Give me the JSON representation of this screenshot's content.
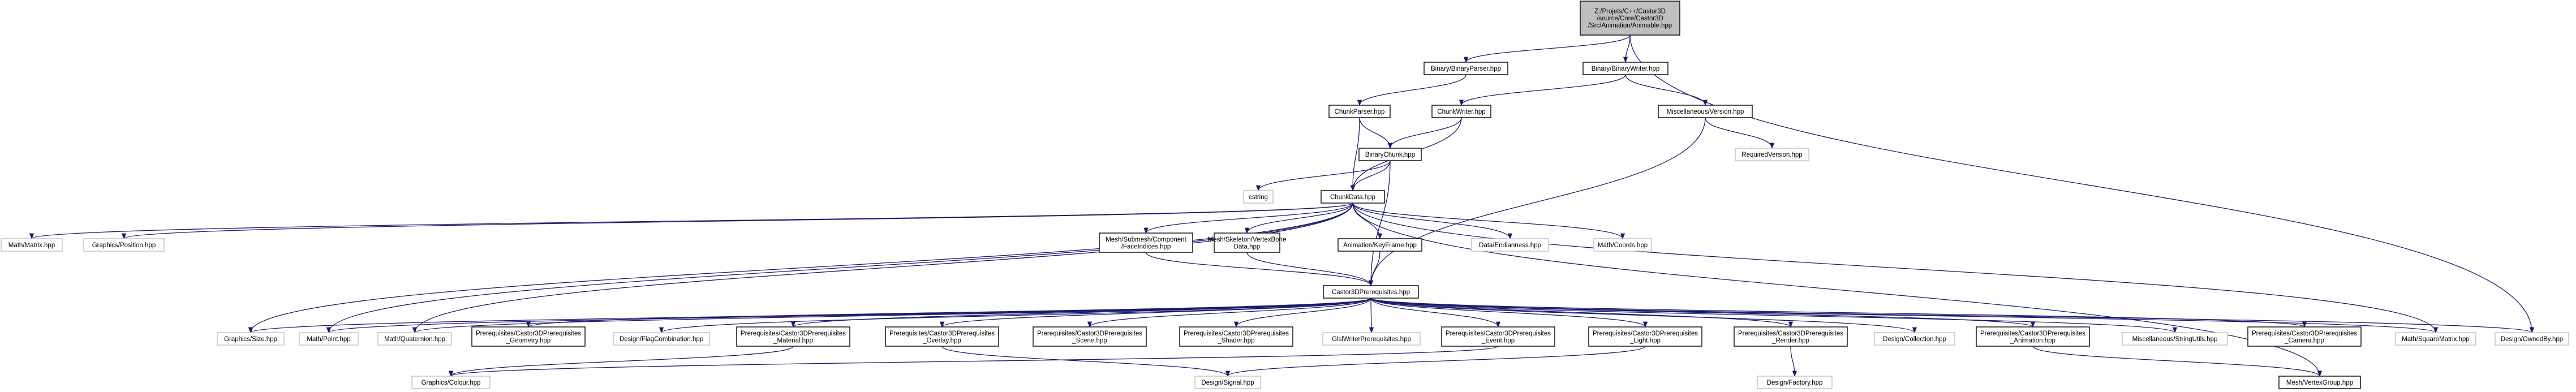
{
  "nodes": [
    {
      "id": "root",
      "lines": [
        "Z:/Projets/C++/Castor3D",
        "/source/Core/Castor3D",
        "/Src/Animation/Animable.hpp"
      ],
      "kind": "root"
    },
    {
      "id": "bparser",
      "lines": [
        "Binary/BinaryParser.hpp"
      ],
      "kind": "doc"
    },
    {
      "id": "bwriter",
      "lines": [
        "Binary/BinaryWriter.hpp"
      ],
      "kind": "doc"
    },
    {
      "id": "cparser",
      "lines": [
        "ChunkParser.hpp"
      ],
      "kind": "doc"
    },
    {
      "id": "cwriter",
      "lines": [
        "ChunkWriter.hpp"
      ],
      "kind": "doc"
    },
    {
      "id": "version",
      "lines": [
        "Miscellaneous/Version.hpp"
      ],
      "kind": "doc"
    },
    {
      "id": "bchunk",
      "lines": [
        "BinaryChunk.hpp"
      ],
      "kind": "doc"
    },
    {
      "id": "reqver",
      "lines": [
        "RequiredVersion.hpp"
      ],
      "kind": "ext"
    },
    {
      "id": "cstring",
      "lines": [
        "cstring"
      ],
      "kind": "ext"
    },
    {
      "id": "cdata",
      "lines": [
        "ChunkData.hpp"
      ],
      "kind": "doc"
    },
    {
      "id": "matrix",
      "lines": [
        "Math/Matrix.hpp"
      ],
      "kind": "ext"
    },
    {
      "id": "position",
      "lines": [
        "Graphics/Position.hpp"
      ],
      "kind": "ext"
    },
    {
      "id": "faceind",
      "lines": [
        "Mesh/Submesh/Component",
        "/FaceIndices.hpp"
      ],
      "kind": "doc"
    },
    {
      "id": "vbone",
      "lines": [
        "Mesh/Skeleton/VertexBone",
        "Data.hpp"
      ],
      "kind": "doc"
    },
    {
      "id": "keyframe",
      "lines": [
        "Animation/KeyFrame.hpp"
      ],
      "kind": "doc"
    },
    {
      "id": "endian",
      "lines": [
        "Data/Endianness.hpp"
      ],
      "kind": "ext"
    },
    {
      "id": "coords",
      "lines": [
        "Math/Coords.hpp"
      ],
      "kind": "ext"
    },
    {
      "id": "prereq",
      "lines": [
        "Castor3DPrerequisites.hpp"
      ],
      "kind": "doc"
    },
    {
      "id": "size",
      "lines": [
        "Graphics/Size.hpp"
      ],
      "kind": "ext"
    },
    {
      "id": "point",
      "lines": [
        "Math/Point.hpp"
      ],
      "kind": "ext"
    },
    {
      "id": "quat",
      "lines": [
        "Math/Quaternion.hpp"
      ],
      "kind": "ext"
    },
    {
      "id": "pgeom",
      "lines": [
        "Prerequisites/Castor3DPrerequisites",
        "_Geometry.hpp"
      ],
      "kind": "doc"
    },
    {
      "id": "flag",
      "lines": [
        "Design/FlagCombination.hpp"
      ],
      "kind": "ext"
    },
    {
      "id": "pmat",
      "lines": [
        "Prerequisites/Castor3DPrerequisites",
        "_Material.hpp"
      ],
      "kind": "doc"
    },
    {
      "id": "povl",
      "lines": [
        "Prerequisites/Castor3DPrerequisites",
        "_Overlay.hpp"
      ],
      "kind": "doc"
    },
    {
      "id": "pscene",
      "lines": [
        "Prerequisites/Castor3DPrerequisites",
        "_Scene.hpp"
      ],
      "kind": "doc"
    },
    {
      "id": "pshader",
      "lines": [
        "Prerequisites/Castor3DPrerequisites",
        "_Shader.hpp"
      ],
      "kind": "doc"
    },
    {
      "id": "glsl",
      "lines": [
        "GlslWriterPrerequisites.hpp"
      ],
      "kind": "ext"
    },
    {
      "id": "pevent",
      "lines": [
        "Prerequisites/Castor3DPrerequisites",
        "_Event.hpp"
      ],
      "kind": "doc"
    },
    {
      "id": "plight",
      "lines": [
        "Prerequisites/Castor3DPrerequisites",
        "_Light.hpp"
      ],
      "kind": "doc"
    },
    {
      "id": "prender",
      "lines": [
        "Prerequisites/Castor3DPrerequisites",
        "_Render.hpp"
      ],
      "kind": "doc"
    },
    {
      "id": "collection",
      "lines": [
        "Design/Collection.hpp"
      ],
      "kind": "ext"
    },
    {
      "id": "panim",
      "lines": [
        "Prerequisites/Castor3DPrerequisites",
        "_Animation.hpp"
      ],
      "kind": "doc"
    },
    {
      "id": "strutils",
      "lines": [
        "Miscellaneous/StringUtils.hpp"
      ],
      "kind": "ext"
    },
    {
      "id": "pcamera",
      "lines": [
        "Prerequisites/Castor3DPrerequisites",
        "_Camera.hpp"
      ],
      "kind": "doc"
    },
    {
      "id": "sqmat",
      "lines": [
        "Math/SquareMatrix.hpp"
      ],
      "kind": "ext"
    },
    {
      "id": "owned",
      "lines": [
        "Design/OwnedBy.hpp"
      ],
      "kind": "ext"
    },
    {
      "id": "colour",
      "lines": [
        "Graphics/Colour.hpp"
      ],
      "kind": "ext"
    },
    {
      "id": "signal",
      "lines": [
        "Design/Signal.hpp"
      ],
      "kind": "ext"
    },
    {
      "id": "factory",
      "lines": [
        "Design/Factory.hpp"
      ],
      "kind": "ext"
    },
    {
      "id": "vgroup",
      "lines": [
        "Mesh/VertexGroup.hpp"
      ],
      "kind": "doc"
    }
  ]
}
